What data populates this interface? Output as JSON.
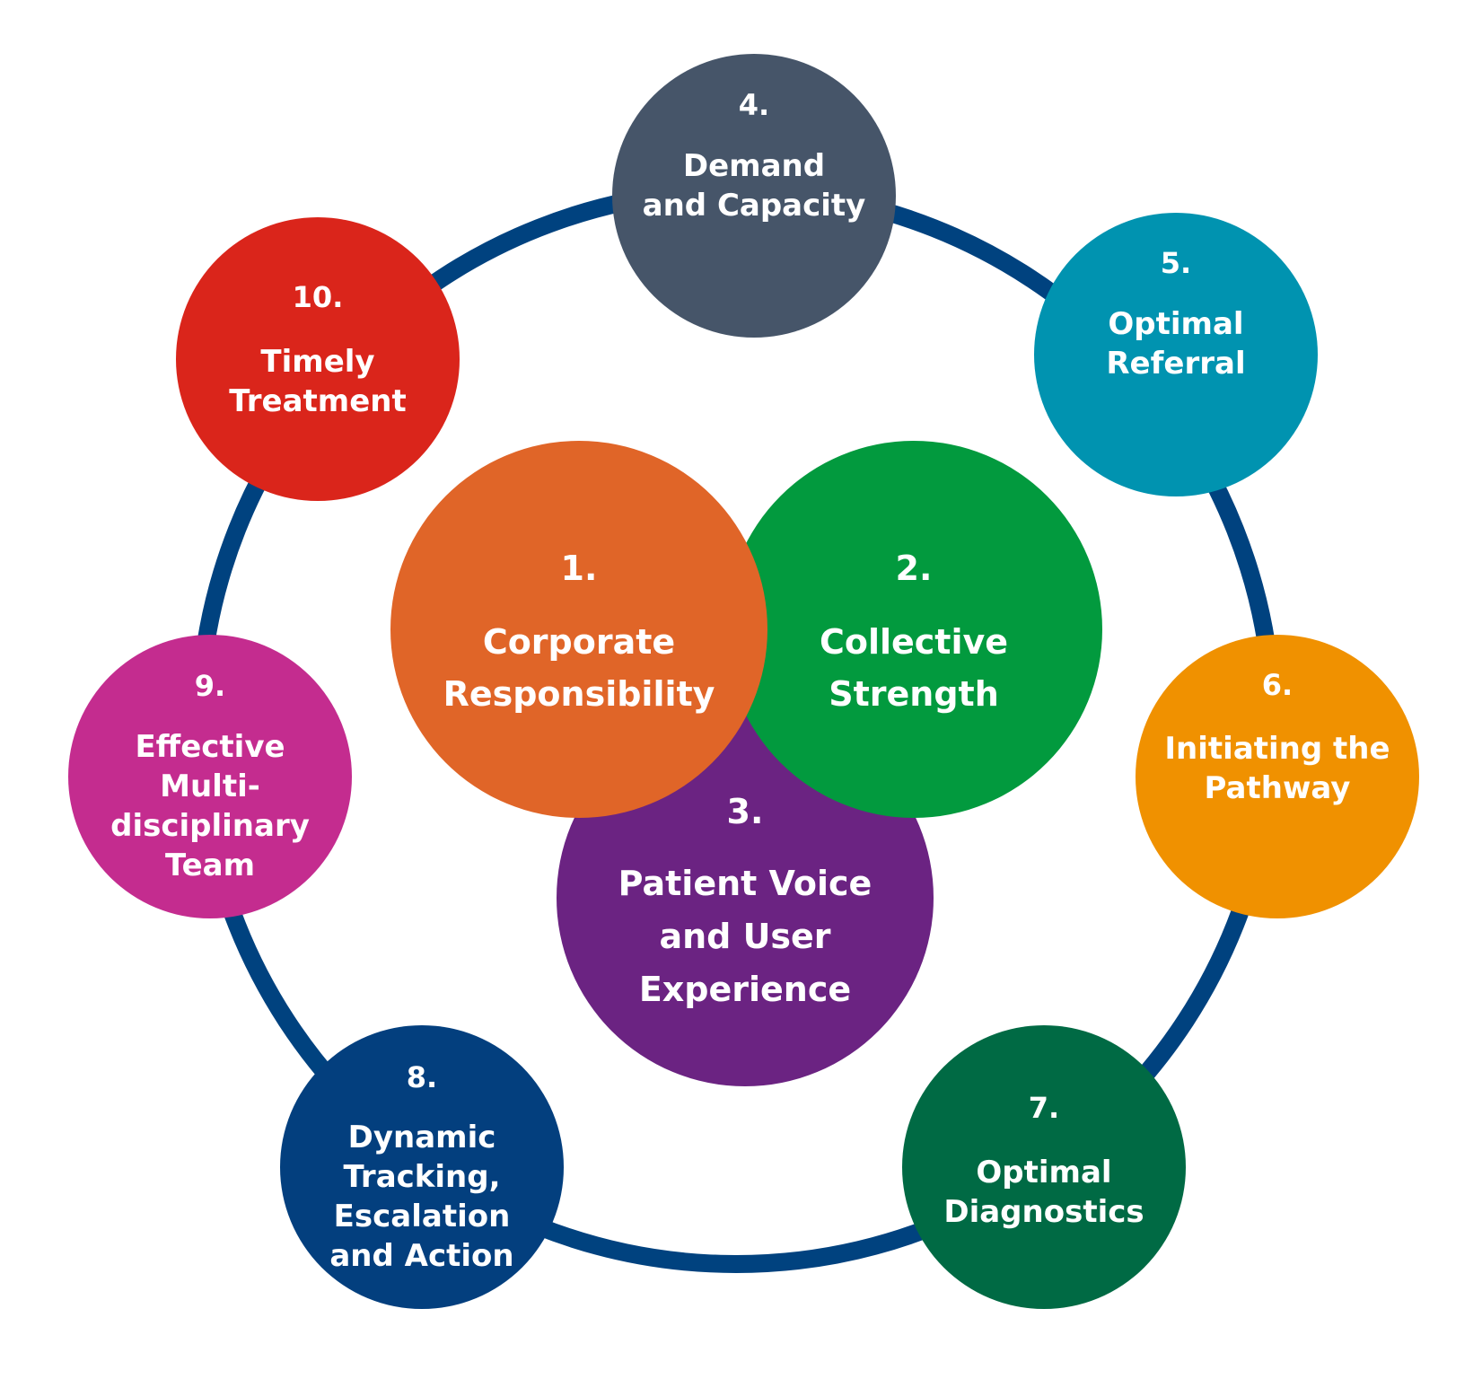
{
  "colors": {
    "ring": "#00427f",
    "text": "#ffffff"
  },
  "inner": [
    {
      "num": "1.",
      "lines": [
        "Corporate",
        "Responsibility"
      ],
      "color": "#e06528"
    },
    {
      "num": "2.",
      "lines": [
        "Collective",
        "Strength"
      ],
      "color": "#029a3e"
    },
    {
      "num": "3.",
      "lines": [
        "Patient Voice",
        "and User",
        "Experience"
      ],
      "color": "#6b2382"
    }
  ],
  "outer": [
    {
      "num": "4.",
      "lines": [
        "Demand",
        "and Capacity"
      ],
      "color": "#465569"
    },
    {
      "num": "5.",
      "lines": [
        "Optimal",
        "Referral"
      ],
      "color": "#0093b0"
    },
    {
      "num": "6.",
      "lines": [
        "Initiating the",
        "Pathway"
      ],
      "color": "#f09100"
    },
    {
      "num": "7.",
      "lines": [
        "Optimal",
        "Diagnostics"
      ],
      "color": "#006a44"
    },
    {
      "num": "8.",
      "lines": [
        "Dynamic",
        "Tracking,",
        "Escalation",
        "and Action"
      ],
      "color": "#033f7e"
    },
    {
      "num": "9.",
      "lines": [
        "Effective",
        "Multi-",
        "disciplinary",
        "Team"
      ],
      "color": "#c42c8f"
    },
    {
      "num": "10.",
      "lines": [
        "Timely",
        "Treatment"
      ],
      "color": "#da251b"
    }
  ]
}
